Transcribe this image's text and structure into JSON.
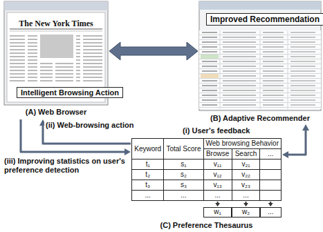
{
  "diagram": {
    "nodes": [
      {
        "text": [
          "(A) Web Browser"
        ]
      },
      {
        "text": [
          "Intelligent Browsing Action"
        ],
        "in": 0
      },
      {
        "text": [
          "(B) Adaptive Recommender"
        ]
      },
      {
        "text": [
          "Improved Recommendation"
        ],
        "in": 2
      },
      {
        "text": [
          "(C) Preference Thesaurus"
        ]
      }
    ],
    "edges": [
      {
        "from": 0,
        "to": 2,
        "arrow": "both"
      },
      {
        "from": 2,
        "to": 4,
        "label": "(i) User's feedback",
        "arrow": "both"
      },
      {
        "from": 4,
        "to": 0,
        "label": "(ii) Web-browsing action",
        "arrow": "to"
      },
      {
        "from": 0,
        "to": 4,
        "label": "(iii) Improving statistics on user's preference detection",
        "arrow": "to"
      }
    ],
    "labels": [
      "The New York Times",
      "Keyword",
      "Total Score",
      "Web browsing Behavior",
      "Browse",
      "Search",
      "...",
      "t₁",
      "s₁",
      "v₁₁",
      "v₂₁",
      "t₂",
      "s₂",
      "v₁₂",
      "v₂₂",
      "t₃",
      "s₃",
      "v₁₃",
      "v₂₃",
      "...",
      "...",
      "...",
      "...",
      "w₁",
      "w₂",
      "..."
    ]
  }
}
